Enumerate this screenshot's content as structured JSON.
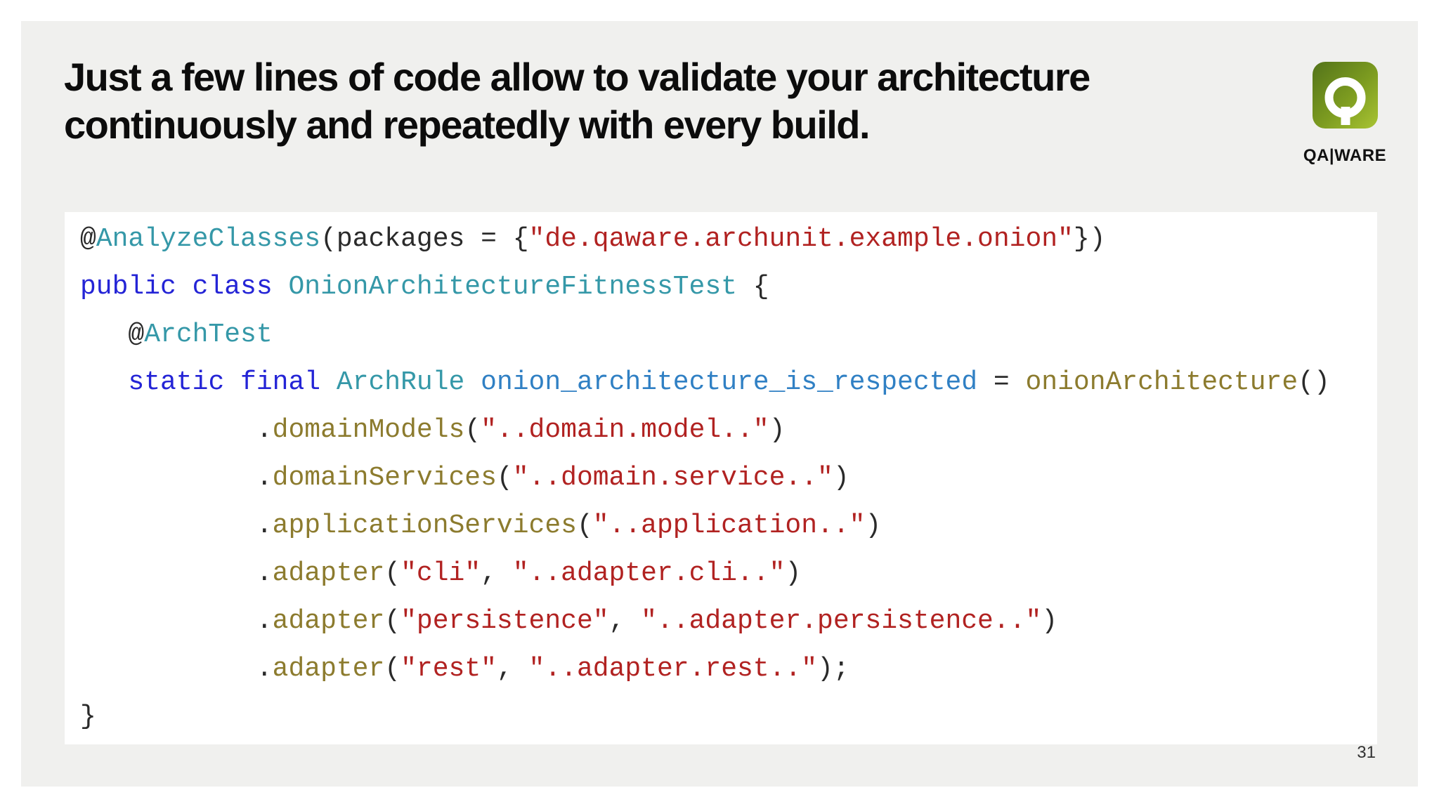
{
  "slide": {
    "title_line1": "Just a few lines of code allow to validate your architecture",
    "title_line2": "continuously and repeatedly with every build.",
    "page_number": "31"
  },
  "logo": {
    "brand_text": "QA|WARE",
    "gradient_start": "#53731a",
    "gradient_mid": "#7d9c20",
    "gradient_end": "#a9c433",
    "q_color": "#ffffff"
  },
  "colors": {
    "outer_background": "#ffffff",
    "slide_background": "#f0f0ee",
    "code_background": "#ffffff",
    "title_text": "#0c0c0c",
    "page_number_text": "#333333"
  },
  "code": {
    "token_colors": {
      "plain": "#2a2a2a",
      "type": "#3598a8",
      "keyword": "#2424d6",
      "variable": "#3080c4",
      "method": "#8c7b2e",
      "string": "#b12221"
    },
    "lines": [
      [
        {
          "t": "@",
          "c": "plain"
        },
        {
          "t": "AnalyzeClasses",
          "c": "type"
        },
        {
          "t": "(packages = {",
          "c": "plain"
        },
        {
          "t": "\"de.qaware.archunit.example.onion\"",
          "c": "string"
        },
        {
          "t": "})",
          "c": "plain"
        }
      ],
      [
        {
          "t": "public class",
          "c": "keyword"
        },
        {
          "t": " ",
          "c": "plain"
        },
        {
          "t": "OnionArchitectureFitnessTest",
          "c": "type"
        },
        {
          "t": " {",
          "c": "plain"
        }
      ],
      [
        {
          "t": "   @",
          "c": "plain"
        },
        {
          "t": "ArchTest",
          "c": "type"
        }
      ],
      [
        {
          "t": "   ",
          "c": "plain"
        },
        {
          "t": "static final",
          "c": "keyword"
        },
        {
          "t": " ",
          "c": "plain"
        },
        {
          "t": "ArchRule",
          "c": "type"
        },
        {
          "t": " ",
          "c": "plain"
        },
        {
          "t": "onion_architecture_is_respected",
          "c": "variable"
        },
        {
          "t": " = ",
          "c": "plain"
        },
        {
          "t": "onionArchitecture",
          "c": "method"
        },
        {
          "t": "()",
          "c": "plain"
        }
      ],
      [
        {
          "t": "           .",
          "c": "plain"
        },
        {
          "t": "domainModels",
          "c": "method"
        },
        {
          "t": "(",
          "c": "plain"
        },
        {
          "t": "\"..domain.model..\"",
          "c": "string"
        },
        {
          "t": ")",
          "c": "plain"
        }
      ],
      [
        {
          "t": "           .",
          "c": "plain"
        },
        {
          "t": "domainServices",
          "c": "method"
        },
        {
          "t": "(",
          "c": "plain"
        },
        {
          "t": "\"..domain.service..\"",
          "c": "string"
        },
        {
          "t": ")",
          "c": "plain"
        }
      ],
      [
        {
          "t": "           .",
          "c": "plain"
        },
        {
          "t": "applicationServices",
          "c": "method"
        },
        {
          "t": "(",
          "c": "plain"
        },
        {
          "t": "\"..application..\"",
          "c": "string"
        },
        {
          "t": ")",
          "c": "plain"
        }
      ],
      [
        {
          "t": "           .",
          "c": "plain"
        },
        {
          "t": "adapter",
          "c": "method"
        },
        {
          "t": "(",
          "c": "plain"
        },
        {
          "t": "\"cli\"",
          "c": "string"
        },
        {
          "t": ", ",
          "c": "plain"
        },
        {
          "t": "\"..adapter.cli..\"",
          "c": "string"
        },
        {
          "t": ")",
          "c": "plain"
        }
      ],
      [
        {
          "t": "           .",
          "c": "plain"
        },
        {
          "t": "adapter",
          "c": "method"
        },
        {
          "t": "(",
          "c": "plain"
        },
        {
          "t": "\"persistence\"",
          "c": "string"
        },
        {
          "t": ", ",
          "c": "plain"
        },
        {
          "t": "\"..adapter.persistence..\"",
          "c": "string"
        },
        {
          "t": ")",
          "c": "plain"
        }
      ],
      [
        {
          "t": "           .",
          "c": "plain"
        },
        {
          "t": "adapter",
          "c": "method"
        },
        {
          "t": "(",
          "c": "plain"
        },
        {
          "t": "\"rest\"",
          "c": "string"
        },
        {
          "t": ", ",
          "c": "plain"
        },
        {
          "t": "\"..adapter.rest..\"",
          "c": "string"
        },
        {
          "t": ");",
          "c": "plain"
        }
      ],
      [
        {
          "t": "}",
          "c": "plain"
        }
      ]
    ]
  }
}
